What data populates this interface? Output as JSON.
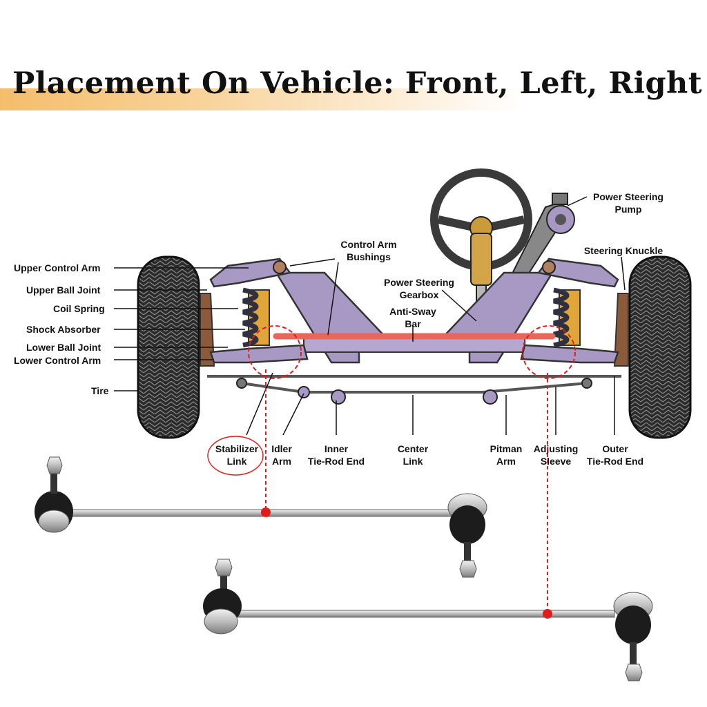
{
  "title": "Placement On Vehicle: Front, Left, Right",
  "labels": {
    "upper_control_arm": "Upper Control Arm",
    "upper_ball_joint": "Upper Ball Joint",
    "coil_spring": "Coil Spring",
    "shock_absorber": "Shock Absorber",
    "lower_ball_joint": "Lower Ball Joint",
    "lower_control_arm": "Lower Control Arm",
    "tire": "Tire",
    "control_arm_bushings_1": "Control Arm",
    "control_arm_bushings_2": "Bushings",
    "power_steering_gearbox_1": "Power Steering",
    "power_steering_gearbox_2": "Gearbox",
    "anti_sway_bar_1": "Anti-Sway",
    "anti_sway_bar_2": "Bar",
    "power_steering_pump_1": "Power Steering",
    "power_steering_pump_2": "Pump",
    "steering_knuckle": "Steering Knuckle",
    "stabilizer_link_1": "Stabilizer",
    "stabilizer_link_2": "Link",
    "idler_arm_1": "Idler",
    "idler_arm_2": "Arm",
    "inner_tie_rod_1": "Inner",
    "inner_tie_rod_2": "Tie-Rod End",
    "center_link_1": "Center",
    "center_link_2": "Link",
    "pitman_arm_1": "Pitman",
    "pitman_arm_2": "Arm",
    "adjusting_sleeve_1": "Adjusting",
    "adjusting_sleeve_2": "Sleeve",
    "outer_tie_rod_1": "Outer",
    "outer_tie_rod_2": "Tie-Rod End"
  },
  "colors": {
    "title_highlight": "#f5bd6b",
    "frame": "#a898c4",
    "sway_bar": "#e8675a",
    "marker": "#e01c1c",
    "tire": "#2a2a2a",
    "link_metal": "#c9c9c9"
  }
}
